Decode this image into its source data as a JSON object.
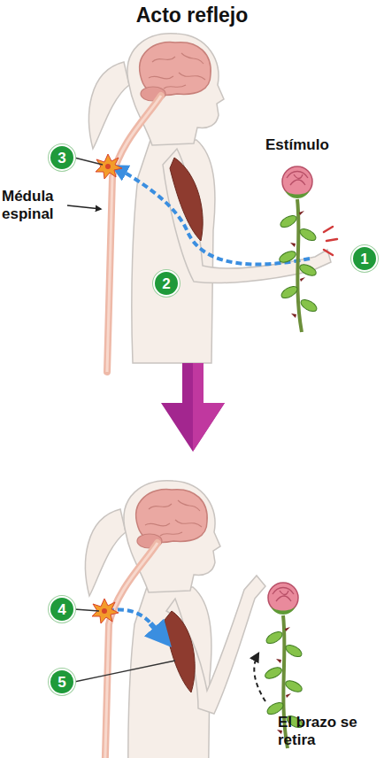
{
  "diagram": {
    "title": "Acto reflejo",
    "nodes": [
      {
        "text": [
          "3"
        ]
      },
      {
        "text": [
          "1"
        ]
      },
      {
        "text": [
          "2"
        ]
      },
      {
        "text": [
          "4"
        ]
      },
      {
        "text": [
          "5"
        ]
      }
    ],
    "labels": [
      "Estímulo",
      "Médula espinal",
      "El brazo se retira"
    ]
  }
}
